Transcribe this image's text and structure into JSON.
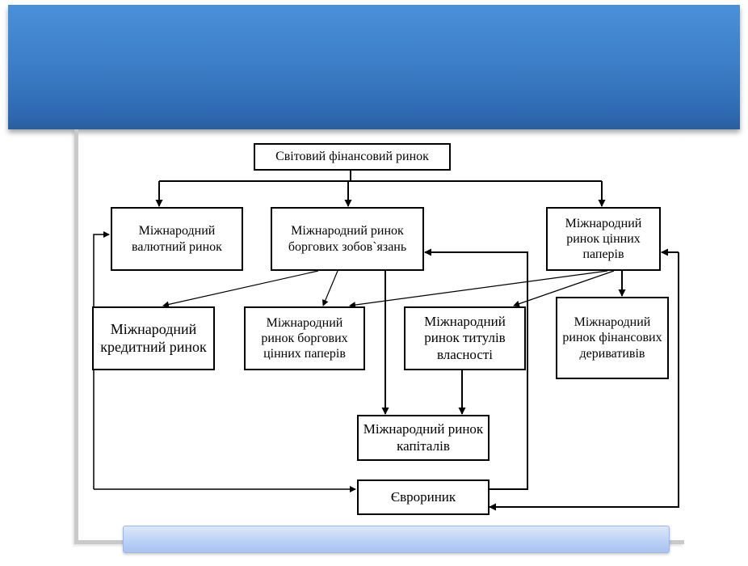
{
  "diagram": {
    "nodes": {
      "world": "Світовий фінансовий ринок",
      "currency": "Міжнародний валютний ринок",
      "debt": "Міжнародний ринок боргових зобов`язань",
      "securities": "Міжнародний ринок цінних паперів",
      "credit": "Міжнародний кредитний ринок",
      "debt_securities": "Міжнародний ринок боргових цінних паперів",
      "titles": "Міжнародний ринок титулів власності",
      "derivatives": "Міжнародний ринок фінансових деривативів",
      "capital": "Міжнародний ринок капіталів",
      "euro": "Єврориник"
    }
  }
}
